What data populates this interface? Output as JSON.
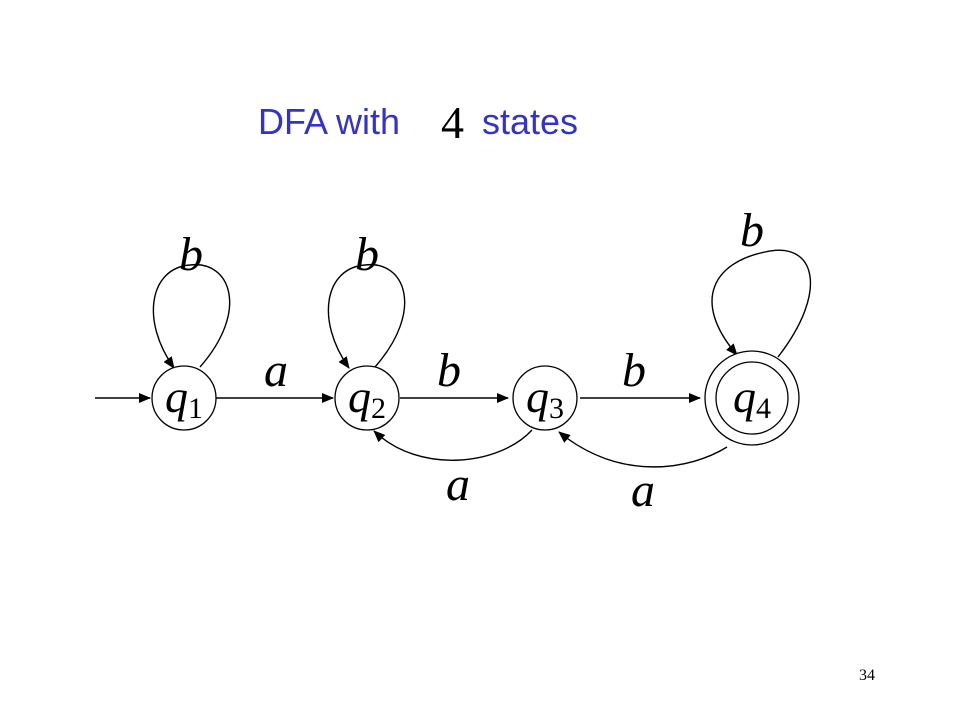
{
  "title": {
    "prefix": "DFA with",
    "number": "4",
    "suffix": "states",
    "color": "#3333cc"
  },
  "states": [
    {
      "name": "q",
      "sub": "1",
      "initial": true,
      "accepting": false
    },
    {
      "name": "q",
      "sub": "2",
      "initial": false,
      "accepting": false
    },
    {
      "name": "q",
      "sub": "3",
      "initial": false,
      "accepting": false
    },
    {
      "name": "q",
      "sub": "4",
      "initial": false,
      "accepting": true
    }
  ],
  "transitions": [
    {
      "from": "q1",
      "to": "q1",
      "symbol": "b"
    },
    {
      "from": "q2",
      "to": "q2",
      "symbol": "b"
    },
    {
      "from": "q4",
      "to": "q4",
      "symbol": "b"
    },
    {
      "from": "q1",
      "to": "q2",
      "symbol": "a"
    },
    {
      "from": "q2",
      "to": "q3",
      "symbol": "b"
    },
    {
      "from": "q3",
      "to": "q4",
      "symbol": "b"
    },
    {
      "from": "q3",
      "to": "q2",
      "symbol": "a"
    },
    {
      "from": "q4",
      "to": "q3",
      "symbol": "a"
    }
  ],
  "page_number": "34"
}
